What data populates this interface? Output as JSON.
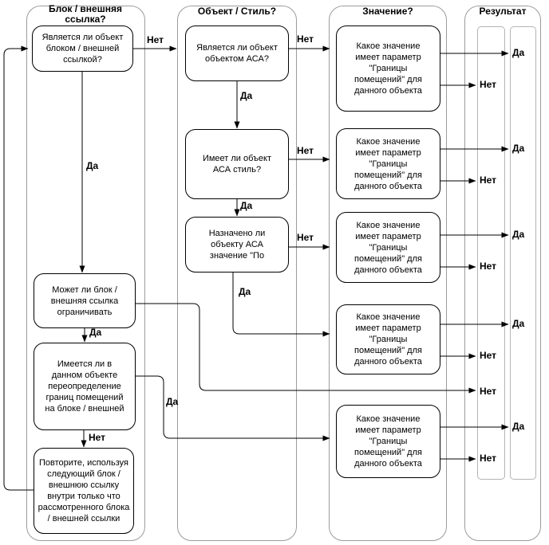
{
  "diagram": {
    "columns": [
      {
        "header": "Блок / внешняя ссылка?",
        "boxes": [
          {
            "text": "Является ли объект\nблоком / внешней\nссылкой?"
          },
          {
            "text": "Может ли блок /\nвнешняя ссылка\nограничивать"
          },
          {
            "text": "Имеется ли в\nданном объекте\nпереопределение\nграниц помещений\nна блоке / внешней"
          },
          {
            "text": "Повторите, используя\nследующий блок /\nвнешнюю ссылку\nвнутри только что\nрассмотренного блока\n/ внешней ссылки"
          }
        ]
      },
      {
        "header": "Объект / Стиль?",
        "boxes": [
          {
            "text": "Является ли объект\nобъектом АСА?"
          },
          {
            "text": "Имеет ли объект\nАСА стиль?"
          },
          {
            "text": "Назначено ли\nобъекту АСА\nзначение \"По"
          }
        ]
      },
      {
        "header": "Значение?",
        "boxes": [
          {
            "text": "Какое значение\nимеет параметр\n\"Границы\nпомещений\" для\nданного объекта"
          },
          {
            "text": "Какое значение\nимеет параметр\n\"Границы\nпомещений\" для\nданного объекта"
          },
          {
            "text": "Какое значение\nимеет параметр\n\"Границы\nпомещений\" для\nданного объекта"
          },
          {
            "text": "Какое значение\nимеет параметр\n\"Границы\nпомещений\" для\nданного объекта"
          },
          {
            "text": "Какое значение\nимеет параметр\n\"Границы\nпомещений\" для\nданного объекта"
          }
        ]
      },
      {
        "header": "Результат"
      }
    ],
    "edge_labels": {
      "yes": "Да",
      "no": "Нет"
    },
    "results": [
      "Да",
      "Нет",
      "Да",
      "Нет",
      "Да",
      "Нет",
      "Да",
      "Нет",
      "Нет",
      "Да",
      "Нет"
    ],
    "colors": {
      "line": "#000000",
      "container_border": "#9c9c9c",
      "lane_border": "#b4b4b4"
    }
  }
}
